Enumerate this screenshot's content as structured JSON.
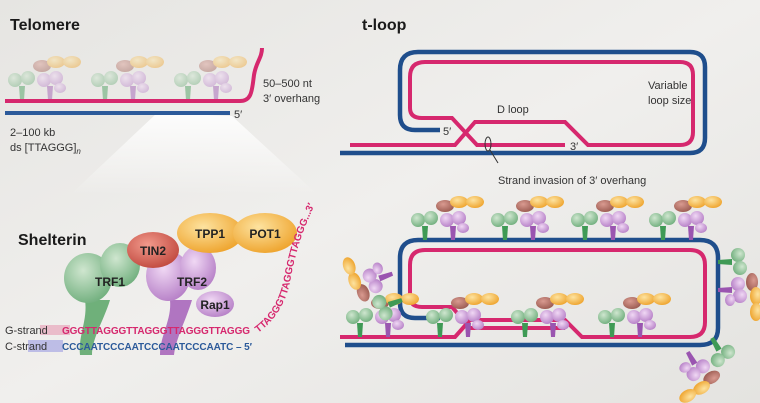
{
  "telomere": {
    "title": "Telomere",
    "overhang_length": "50–500 nt",
    "overhang_label": "3′ overhang",
    "five_prime": "5′",
    "ds_length": "2–100 kb",
    "ds_repeat": "ds [TTAGGG]",
    "ds_repeat_sub": "n"
  },
  "shelterin": {
    "title": "Shelterin",
    "proteins": {
      "tin2": "TIN2",
      "tpp1": "TPP1",
      "pot1": "POT1",
      "trf1": "TRF1",
      "trf2": "TRF2",
      "rap1": "Rap1"
    },
    "g_strand_label": "G-strand",
    "c_strand_label": "C-strand",
    "g_strand_seq": "GGGTTAGGGTTAGGGTTAGGGTTAGGG",
    "c_strand_seq": "CCCAATCCCAATCCCAATCCCAATC – 5′",
    "overhang_seq": "TTAGGGTTAGGGTTAGGG...3′"
  },
  "tloop": {
    "title": "t-loop",
    "d_loop": "D loop",
    "variable_1": "Variable",
    "variable_2": "loop size",
    "five_prime": "5′",
    "three_prime": "3′",
    "strand_invasion": "Strand invasion of 3′ overhang"
  },
  "colors": {
    "g_strand": "#d6286e",
    "c_strand": "#1f4e8c",
    "trf1": "#7fb88a",
    "trf2": "#c08ad0",
    "tin2": "#b8685c",
    "tpp1_pot1": "#f2b43a",
    "background": "#e8e7e4"
  }
}
